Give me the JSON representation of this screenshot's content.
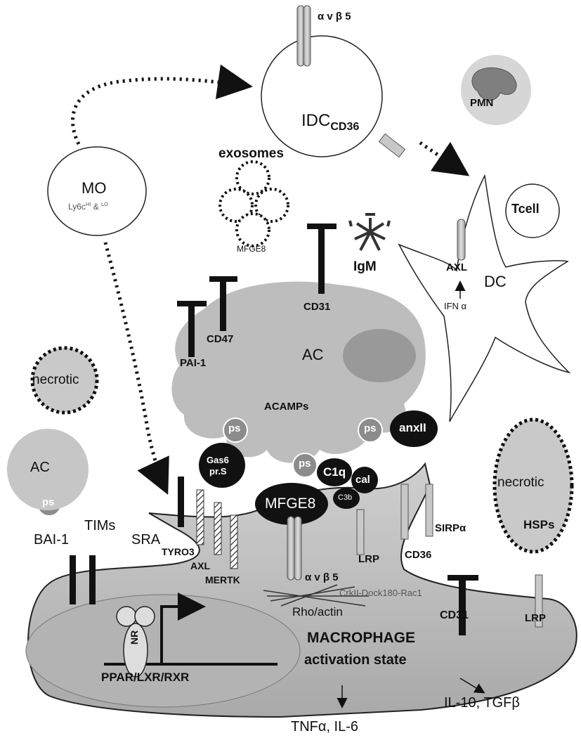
{
  "cells": {
    "mo": "MO",
    "mo_sub_prefix": "Ly6c",
    "mo_sup_hi": "HI",
    "mo_and": "&",
    "mo_sup_lo": "LO",
    "idc": "IDC",
    "idc_sub": "CD36",
    "pmn": "PMN",
    "tcell": "Tcell",
    "dc": "DC",
    "ac_main": "AC",
    "ac_small": "AC",
    "necrotic_left": "necrotic",
    "necrotic_right": "necrotic",
    "macrophage": "MACROPHAGE",
    "activation": "activation state"
  },
  "labels": {
    "avb5_top": "α v β 5",
    "avb5_mid": "α v β 5",
    "exosomes": "exosomes",
    "mfge8_exo": "MFGE8",
    "igm": "IgM",
    "axl_dc": "AXL",
    "ifn": "IFN α",
    "cd31_top": "CD31",
    "cd47": "CD47",
    "pai1": "PAI-1",
    "acamps": "ACAMPs",
    "ps": "ps",
    "anxii": "anxII",
    "c1q": "C1q",
    "cal": "cal",
    "c3b": "C3b",
    "gas6_1": "Gas6",
    "gas6_2": "pr.S",
    "mfge8": "MFGE8",
    "hsps": "HSPs",
    "bai1": "BAI-1",
    "tims": "TIMs",
    "sra": "SRA",
    "tyro3": "TYRO3",
    "axl": "AXL",
    "mertk": "MERTK",
    "lrp1": "LRP",
    "lrp2": "LRP",
    "cd36": "CD36",
    "sirpa": "SIRPα",
    "cd31_bottom": "CD31",
    "crkii": "CrkII-Dock180-Rac1",
    "rho": "Rho/actin",
    "nr": "NR",
    "ppar": "PPAR/LXR/RXR",
    "il10": "IL-10, TGFβ",
    "tnfa": "TNFα, IL-6"
  },
  "colors": {
    "cell_gray": "#bdbdbd",
    "nucleus_gray": "#9a9a9a",
    "black": "#111111",
    "receptor_gray": "#c8c8c8"
  }
}
